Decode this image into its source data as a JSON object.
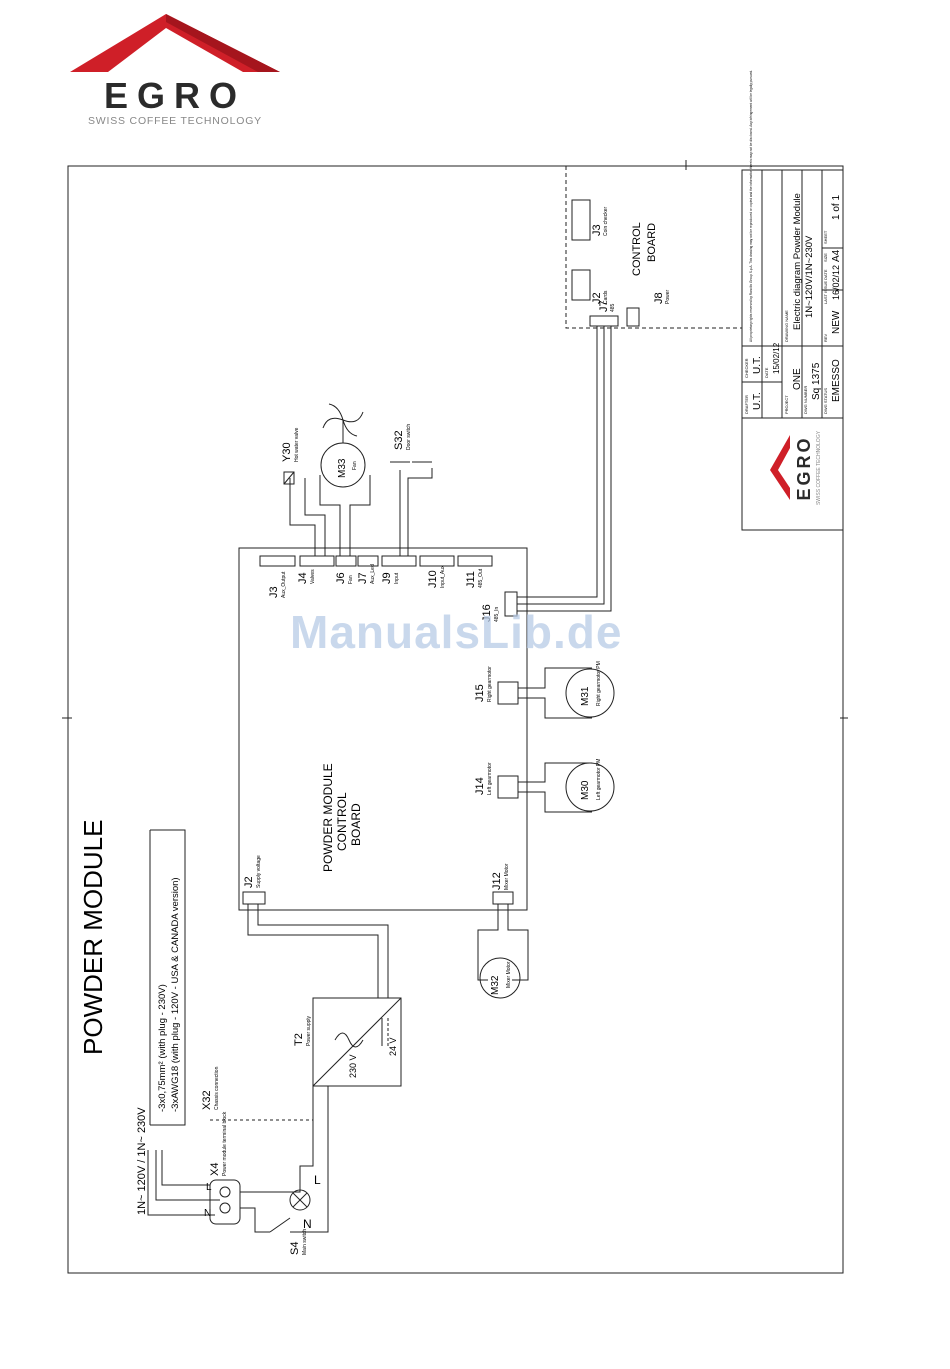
{
  "brand": {
    "name": "EGRO",
    "tagline": "SWISS COFFEE TECHNOLOGY",
    "red": "#cf1f28",
    "dark": "#2b2b2b"
  },
  "watermark": "ManualsLib.de",
  "title": "POWDER MODULE",
  "mains": {
    "label": "1N~ 120V / 1N~ 230V",
    "L": "L",
    "N": "N"
  },
  "cable": {
    "line1": "-3x0,75mm² (with plug - 230V)",
    "line2": "-3xAWG18 (with plug - 120V - USA & CANADA version)"
  },
  "components": {
    "X32": {
      "tag": "X32",
      "desc": "Chassis connection"
    },
    "X4": {
      "tag": "X4",
      "desc": "Power module terminal block"
    },
    "S4": {
      "tag": "S4",
      "desc": "Main switch"
    },
    "T2": {
      "tag": "T2",
      "desc": "Power supply",
      "vin": "230 V",
      "vout": "24 V"
    },
    "M32": {
      "tag": "M32",
      "desc": "Mixer Motor"
    },
    "M30": {
      "tag": "M30",
      "desc": "Left gearmotor PM"
    },
    "M31": {
      "tag": "M31",
      "desc": "Right gearmotor PM"
    },
    "M33": {
      "tag": "M33",
      "desc": "Fan"
    },
    "Y30": {
      "tag": "Y30",
      "desc": "Hot water valve"
    },
    "S32": {
      "tag": "S32",
      "desc": "Door switch"
    }
  },
  "board": {
    "title": [
      "POWDER MODULE",
      "CONTROL",
      "BOARD"
    ],
    "connectors": {
      "J2": {
        "tag": "J2",
        "desc": "Supply voltage"
      },
      "J12": {
        "tag": "J12",
        "desc": "Mixer Motor"
      },
      "J14": {
        "tag": "J14",
        "desc": "Left gearmotor"
      },
      "J15": {
        "tag": "J15",
        "desc": "Right gearmotor"
      },
      "J16": {
        "tag": "J16",
        "desc": "485_In"
      },
      "J3": {
        "tag": "J3",
        "desc": "Aux_Output"
      },
      "J4": {
        "tag": "J4",
        "desc": "Valves"
      },
      "J6": {
        "tag": "J6",
        "desc": "Fan"
      },
      "J7": {
        "tag": "J7",
        "desc": "Aux_Led"
      },
      "J9": {
        "tag": "J9",
        "desc": "Input"
      },
      "J10": {
        "tag": "J10",
        "desc": "Input_Aux"
      },
      "J11": {
        "tag": "J11",
        "desc": "485_Out"
      }
    }
  },
  "machine_board": {
    "title": [
      "CONTROL",
      "BOARD"
    ],
    "J2": {
      "tag": "J2",
      "desc": "Cards"
    },
    "J3": {
      "tag": "J3",
      "desc": "Coin checker"
    },
    "J7": {
      "tag": "J7",
      "desc": "485"
    },
    "J8": {
      "tag": "J8",
      "desc": "Power"
    }
  },
  "title_block": {
    "rights": "All proprietary rights reserved by Rancilio Group S.p.A. This drawing may not be reproduced or copied and the information therein may not be disclosed. Any infringement will be legally pursued.",
    "drafter_label": "DRAFTER",
    "drafter": "U.T.",
    "checker_label": "CHECKER",
    "checker": "U.T.",
    "date_label": "DATE",
    "date": "15/02/12",
    "project_label": "PROJECT",
    "project": "ONE",
    "dwg_number_label": "DWG NUMBER",
    "dwg_number": "Sq 1375",
    "dwg_status_label": "DWG STATUS",
    "dwg_status": "EMESSO",
    "drawing_name_label": "DRAWING NAME",
    "drawing_name_1": "Electric diagram Powder Module",
    "drawing_name_2": "1N~120V/1N~230V",
    "rev_label": "REV",
    "rev": "NEW",
    "last_issue_label": "LAST ISSUE DATE",
    "last_issue": "16/02/12",
    "size_label": "SIZE",
    "size": "A4",
    "sheet_label": "SHEET",
    "sheet": "1 of 1"
  }
}
